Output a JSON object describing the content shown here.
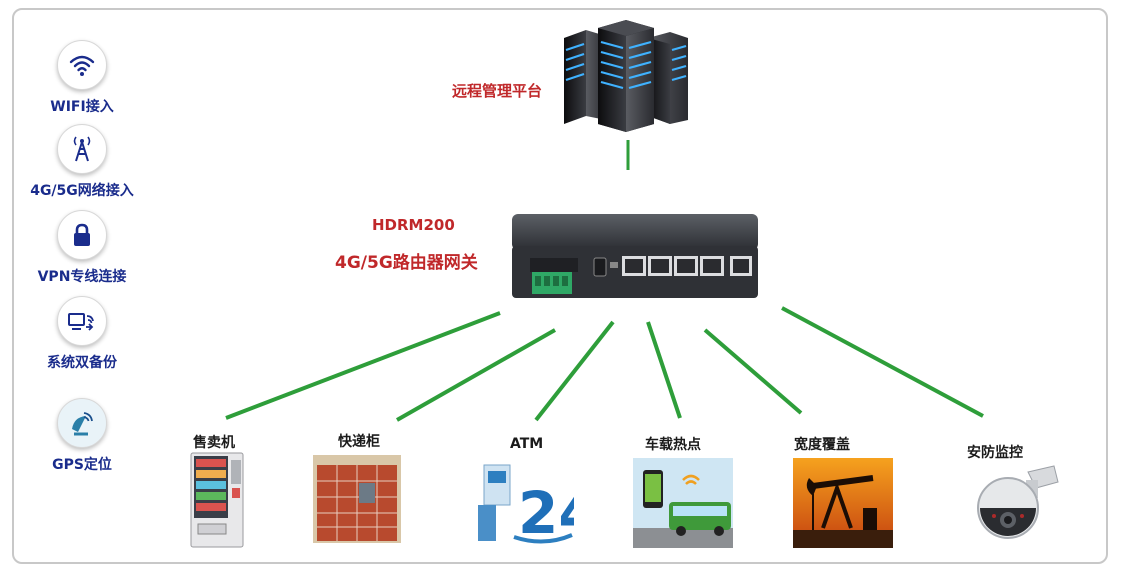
{
  "features": [
    {
      "icon": "wifi-icon",
      "label": "WIFI接入"
    },
    {
      "icon": "antenna-tower-icon",
      "label": "4G/5G网络接入"
    },
    {
      "icon": "lock-icon",
      "label": "VPN专线连接"
    },
    {
      "icon": "dual-backup-icon",
      "label": "系统双备份"
    },
    {
      "icon": "gps-satellite-icon",
      "label": "GPS定位"
    }
  ],
  "platform": {
    "label": "远程管理平台"
  },
  "gateway": {
    "model": "HDRM200",
    "name": "4G/5G路由器网关"
  },
  "devices": [
    {
      "label": "售卖机",
      "icon": "vending-machine-icon"
    },
    {
      "label": "快递柜",
      "icon": "parcel-locker-icon"
    },
    {
      "label": "ATM",
      "icon": "atm-24h-icon"
    },
    {
      "label": "车载热点",
      "icon": "bus-hotspot-icon"
    },
    {
      "label": "宽度覆盖",
      "icon": "oil-pump-icon"
    },
    {
      "label": "安防监控",
      "icon": "security-camera-icon"
    }
  ],
  "colors": {
    "accent_red": "#c0282a",
    "feature_blue": "#1a2c8c",
    "link_green": "#2e9e3a",
    "router_body": "#3a3d42"
  }
}
